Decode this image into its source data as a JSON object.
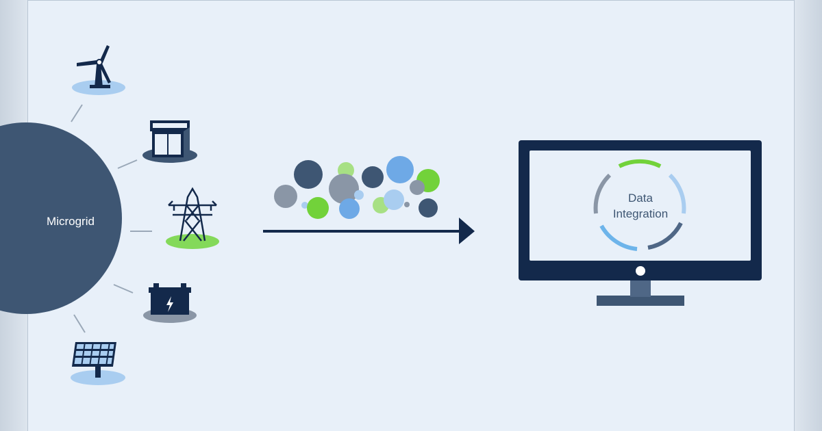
{
  "hub": {
    "label": "Microgrid",
    "color": "#3e5673"
  },
  "sources": [
    {
      "name": "wind-turbine",
      "icon": "wind-turbine-icon",
      "base_color": "#a9cdf0"
    },
    {
      "name": "generator",
      "icon": "generator-icon",
      "base_color": "#3e5673"
    },
    {
      "name": "transmission-tower",
      "icon": "transmission-tower-icon",
      "base_color": "#84d95a"
    },
    {
      "name": "battery",
      "icon": "battery-icon",
      "base_color": "#8a96a6"
    },
    {
      "name": "solar-panel",
      "icon": "solar-panel-icon",
      "base_color": "#a9cdf0"
    }
  ],
  "monitor": {
    "title_line1": "Data",
    "title_line2": "Integration",
    "frame_color": "#13294b",
    "ring_colors": [
      "#72d23a",
      "#a9cdf0",
      "#4f6786",
      "#6db4ea",
      "#8a96a6"
    ]
  },
  "palette": {
    "navy": "#13294b",
    "slate": "#3e5673",
    "green": "#72d23a",
    "light_green": "#a7e084",
    "blue": "#6ea9e6",
    "light_blue": "#a9cdf0",
    "grey": "#8a96a6"
  }
}
